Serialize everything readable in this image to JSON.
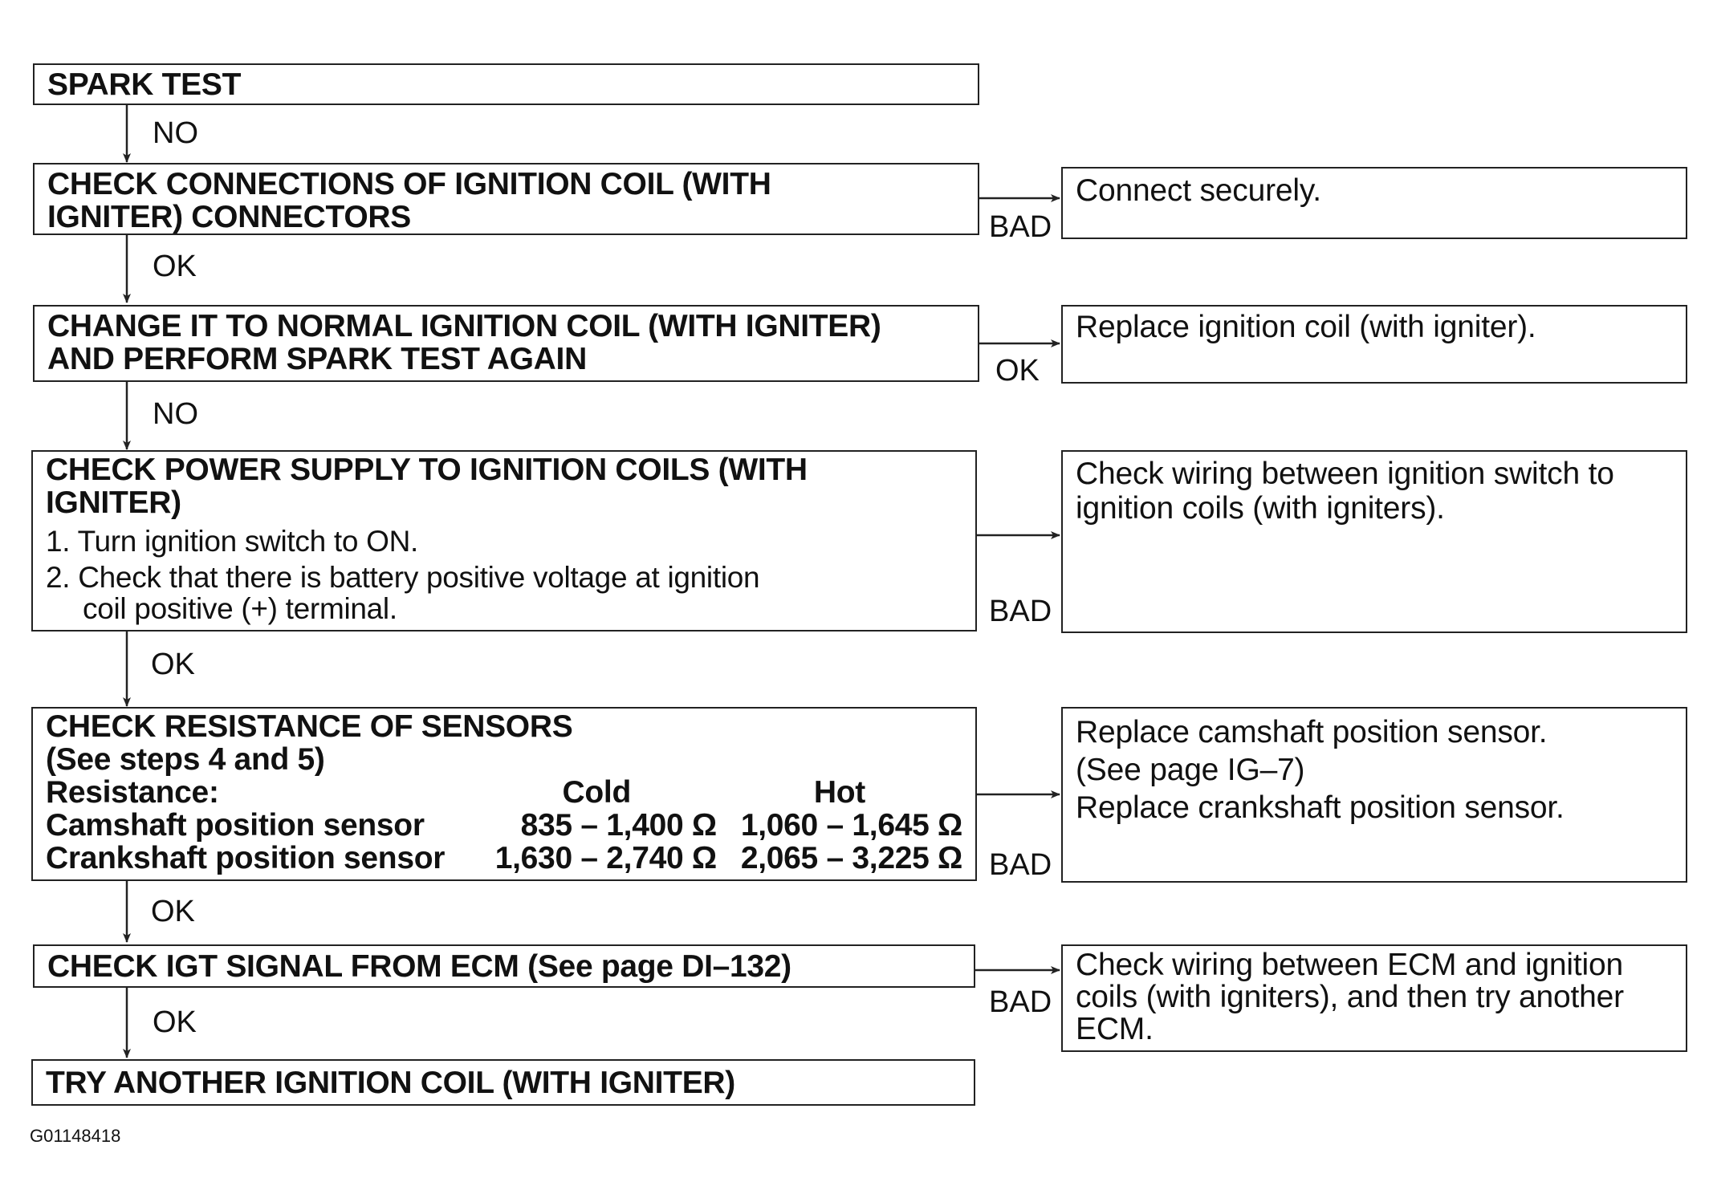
{
  "steps": {
    "s1": "SPARK TEST",
    "s2_l1": "CHECK CONNECTIONS OF IGNITION COIL (WITH",
    "s2_l2": "IGNITER) CONNECTORS",
    "s3_l1": "CHANGE IT TO NORMAL IGNITION COIL (WITH IGNITER)",
    "s3_l2": "AND PERFORM SPARK TEST AGAIN",
    "s4_l1": "CHECK POWER SUPPLY TO IGNITION COILS (WITH",
    "s4_l2": "IGNITER)",
    "s4_i1": "1. Turn ignition switch to ON.",
    "s4_i2a": "2. Check that there is battery positive voltage at ignition",
    "s4_i2b": "coil positive (+) terminal.",
    "s5_l1": "CHECK RESISTANCE OF SENSORS",
    "s5_l2": "(See steps 4 and 5)",
    "s5_hdr": "Resistance:",
    "s5_cold": "Cold",
    "s5_hot": "Hot",
    "s5_r1_name": "Camshaft position sensor",
    "s5_r1_cold": "835 – 1,400 Ω",
    "s5_r1_hot": "1,060 – 1,645 Ω",
    "s5_r2_name": "Crankshaft position sensor",
    "s5_r2_cold": "1,630 – 2,740 Ω",
    "s5_r2_hot": "2,065 – 3,225 Ω",
    "s6": "CHECK IGT SIGNAL FROM ECM (See page DI–132)",
    "s7": "TRY ANOTHER IGNITION COIL (WITH IGNITER)"
  },
  "actions": {
    "a2": "Connect securely.",
    "a3": "Replace ignition coil (with igniter).",
    "a4_l1": "Check wiring between ignition switch to",
    "a4_l2": "ignition coils (with igniters).",
    "a5_l1": "Replace camshaft position sensor.",
    "a5_l2": "(See page IG–7)",
    "a5_l3": "Replace crankshaft position sensor.",
    "a6_l1": "Check wiring between ECM and ignition",
    "a6_l2": "coils (with igniters), and then try another",
    "a6_l3": "ECM."
  },
  "labels": {
    "d1": "NO",
    "d2": "OK",
    "d3": "NO",
    "d4": "OK",
    "d5": "OK",
    "d6": "OK",
    "r2": "BAD",
    "r3": "OK",
    "r4": "BAD",
    "r5": "BAD",
    "r6": "BAD"
  },
  "figure_code": "G01148418"
}
